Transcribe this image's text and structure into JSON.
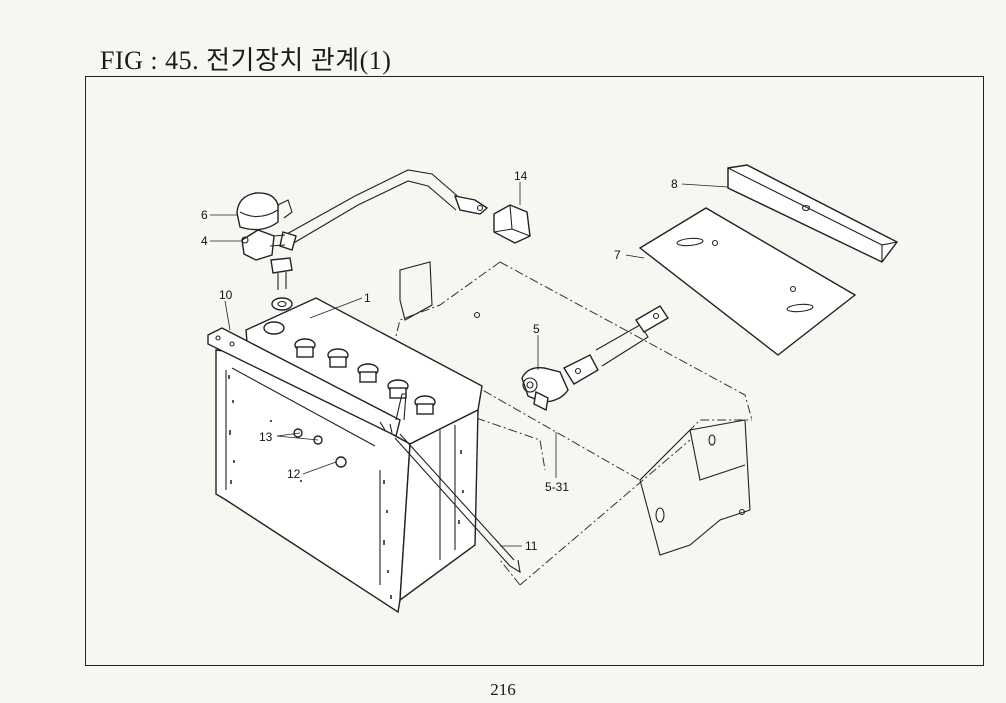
{
  "title": "FIG : 45. 전기장치 관계(1)",
  "page_number": "216",
  "callouts": [
    {
      "id": "c1",
      "label": "1"
    },
    {
      "id": "c4",
      "label": "4"
    },
    {
      "id": "c5",
      "label": "5"
    },
    {
      "id": "c5-31",
      "label": "5-31"
    },
    {
      "id": "c6",
      "label": "6"
    },
    {
      "id": "c7",
      "label": "7"
    },
    {
      "id": "c8",
      "label": "8"
    },
    {
      "id": "c10",
      "label": "10"
    },
    {
      "id": "c11",
      "label": "11"
    },
    {
      "id": "c12",
      "label": "12"
    },
    {
      "id": "c13",
      "label": "13"
    },
    {
      "id": "c14",
      "label": "14"
    }
  ],
  "colors": {
    "paper": "#f7f6f1",
    "ink": "#1a1a1a"
  }
}
